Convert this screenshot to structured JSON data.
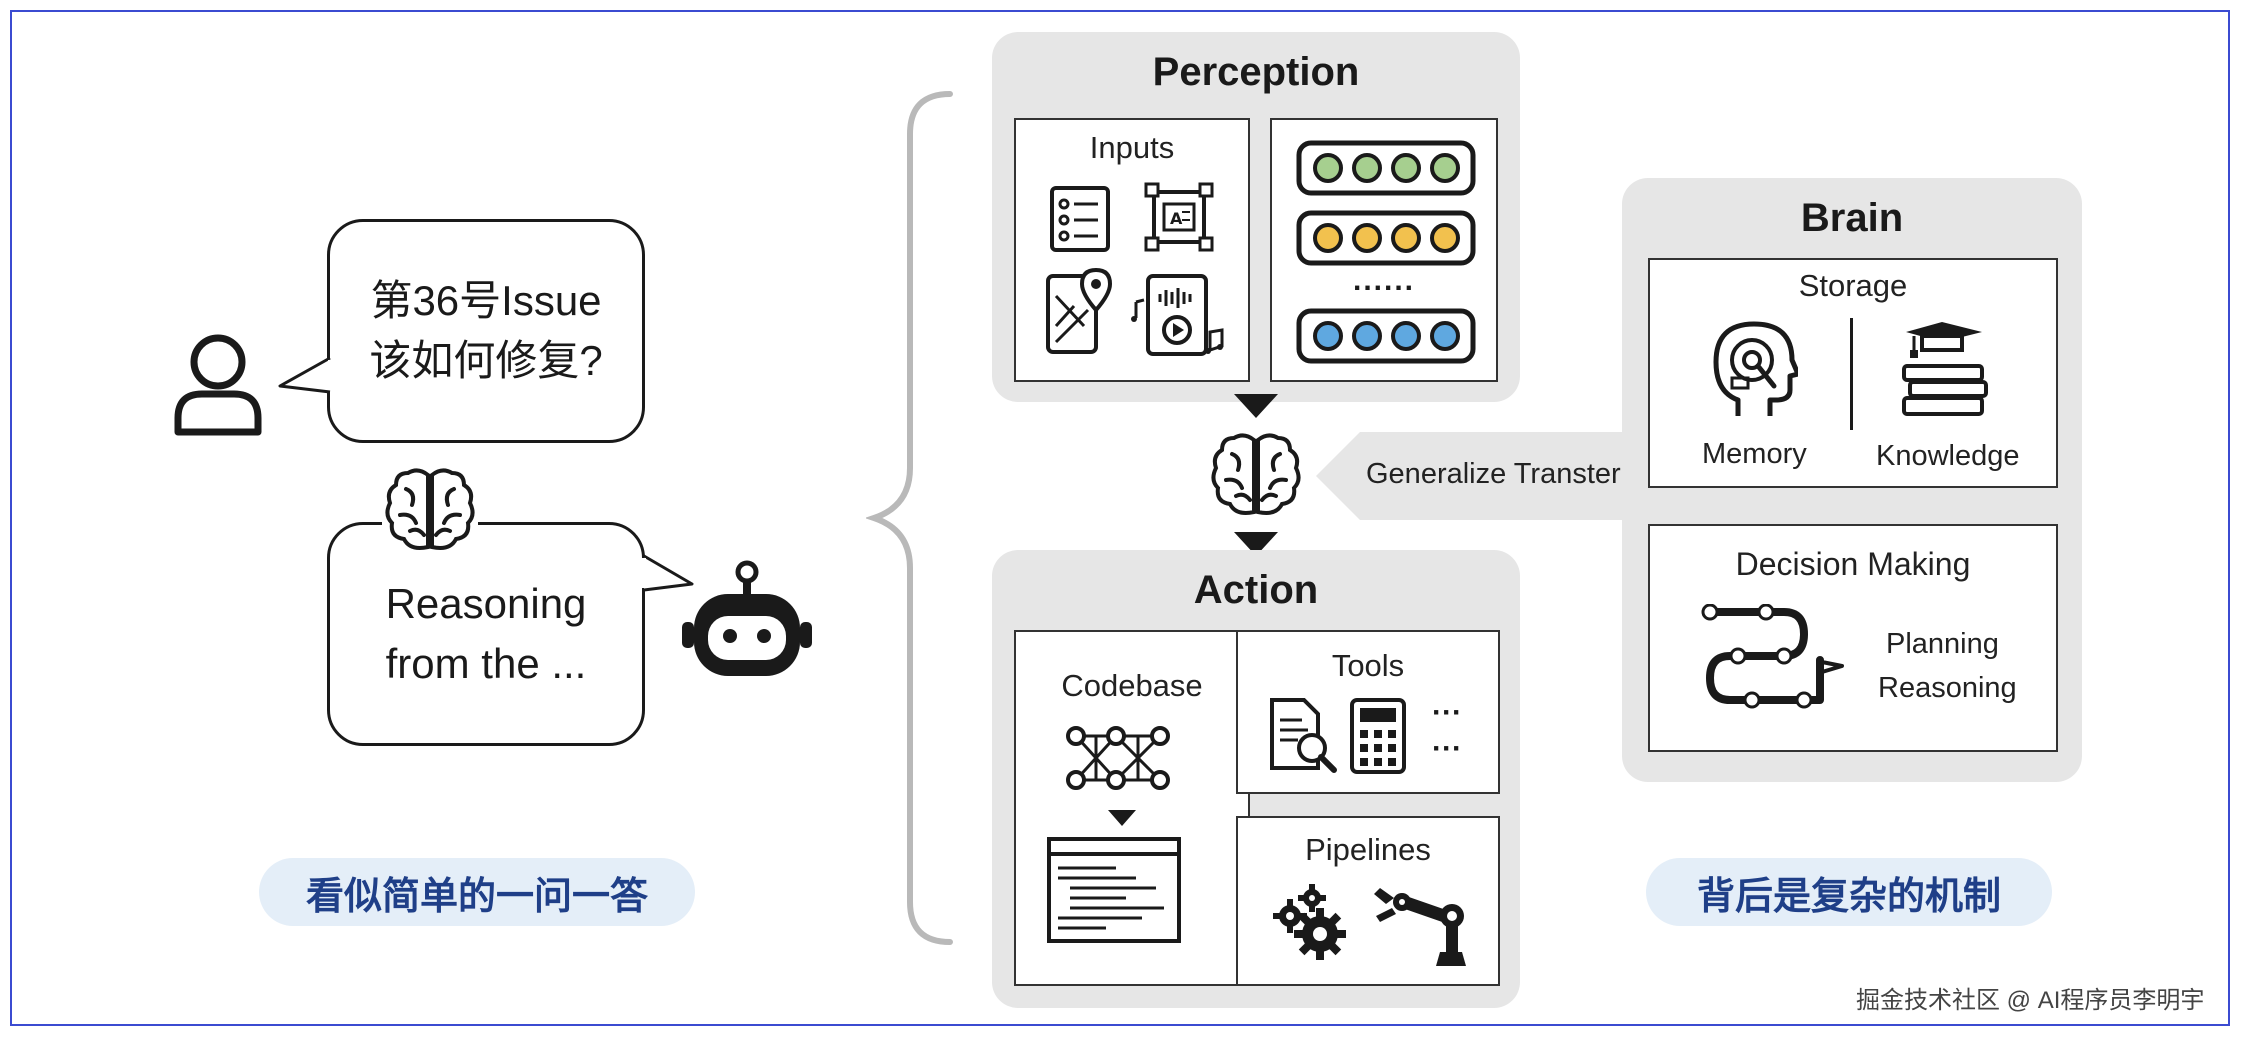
{
  "left": {
    "user_question_line1": "第36号Issue",
    "user_question_line2": "该如何修复?",
    "agent_answer_line1": "Reasoning",
    "agent_answer_line2": "from the ...",
    "caption": "看似简单的一问一答"
  },
  "perception": {
    "title": "Perception",
    "inputs_title": "Inputs",
    "token_rows": [
      "green",
      "yellow",
      "blue"
    ],
    "ellipsis": "......",
    "colors": {
      "green": "#a6cf8f",
      "yellow": "#f2c14e",
      "blue": "#5fa8e0"
    }
  },
  "transfer": {
    "label": "Generalize Transter"
  },
  "action": {
    "title": "Action",
    "codebase_title": "Codebase",
    "tools_title": "Tools",
    "tools_ellipsis_1": "···",
    "tools_ellipsis_2": "···",
    "pipelines_title": "Pipelines"
  },
  "brain": {
    "title": "Brain",
    "storage_title": "Storage",
    "memory_label": "Memory",
    "knowledge_label": "Knowledge",
    "decision_title": "Decision Making",
    "planning_label": "Planning",
    "reasoning_label": "Reasoning",
    "caption": "背后是复杂的机制"
  },
  "watermark": "掘金技术社区 @ AI程序员李明宇"
}
